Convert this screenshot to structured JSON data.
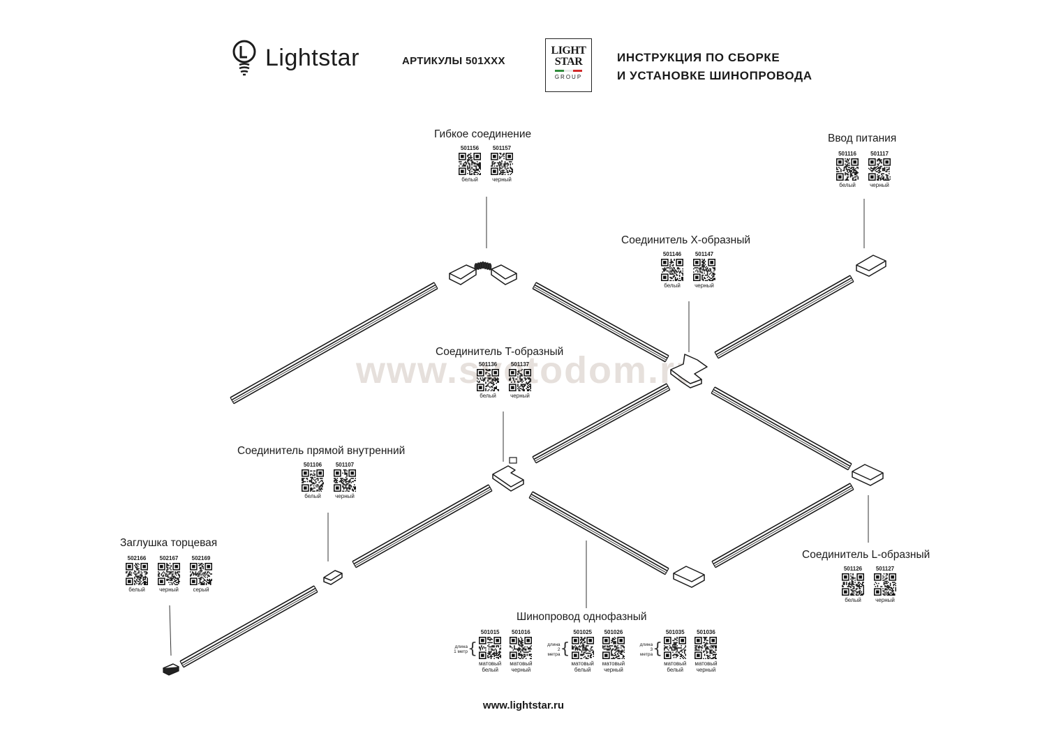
{
  "header": {
    "brand": "Lightstar",
    "articles": "АРТИКУЛЫ 501XXX",
    "group_logo": {
      "line1": "LIGHT",
      "line2": "STAR",
      "line3": "GROUP"
    },
    "title_line1": "ИНСТРУКЦИЯ ПО СБОРКЕ",
    "title_line2": "И УСТАНОВКЕ ШИНОПРОВОДА"
  },
  "colors": {
    "text": "#1a1a1a",
    "flag_green": "#2e8b3a",
    "flag_white": "#ffffff",
    "flag_red": "#d22b2b",
    "watermark": "#c4b4ac"
  },
  "components": {
    "flexible": {
      "name": "Гибкое соединение",
      "items": [
        {
          "code": "501156",
          "color": "белый"
        },
        {
          "code": "501157",
          "color": "черный"
        }
      ]
    },
    "power": {
      "name": "Ввод питания",
      "items": [
        {
          "code": "501116",
          "color": "белый"
        },
        {
          "code": "501117",
          "color": "черный"
        }
      ]
    },
    "x_connector": {
      "name": "Соединитель X-образный",
      "items": [
        {
          "code": "501146",
          "color": "белый"
        },
        {
          "code": "501147",
          "color": "черный"
        }
      ]
    },
    "t_connector": {
      "name": "Соединитель T-образный",
      "items": [
        {
          "code": "501136",
          "color": "белый"
        },
        {
          "code": "501137",
          "color": "черный"
        }
      ]
    },
    "straight": {
      "name": "Соединитель прямой внутренний",
      "items": [
        {
          "code": "501106",
          "color": "белый"
        },
        {
          "code": "501107",
          "color": "черный"
        }
      ]
    },
    "endcap": {
      "name": "Заглушка торцевая",
      "items": [
        {
          "code": "502166",
          "color": "белый"
        },
        {
          "code": "502167",
          "color": "черный"
        },
        {
          "code": "502169",
          "color": "серый"
        }
      ]
    },
    "l_connector": {
      "name": "Соединитель L-образный",
      "items": [
        {
          "code": "501126",
          "color": "белый"
        },
        {
          "code": "501127",
          "color": "черный"
        }
      ]
    },
    "track": {
      "name": "Шинопровод однофазный",
      "groups": [
        {
          "length_line1": "длина",
          "length_line2": "1 метр",
          "items": [
            {
              "code": "501015",
              "line1": "матовый",
              "line2": "белый"
            },
            {
              "code": "501016",
              "line1": "матовый",
              "line2": "черный"
            }
          ]
        },
        {
          "length_line1": "длина",
          "length_line2": "2 метра",
          "items": [
            {
              "code": "501025",
              "line1": "матовый",
              "line2": "белый"
            },
            {
              "code": "501026",
              "line1": "матовый",
              "line2": "черный"
            }
          ]
        },
        {
          "length_line1": "длина",
          "length_line2": "3 метра",
          "items": [
            {
              "code": "501035",
              "line1": "матовый",
              "line2": "белый"
            },
            {
              "code": "501036",
              "line1": "матовый",
              "line2": "черный"
            }
          ]
        }
      ]
    }
  },
  "watermark": "www.svetodom.ru",
  "footer": "www.lightstar.ru"
}
